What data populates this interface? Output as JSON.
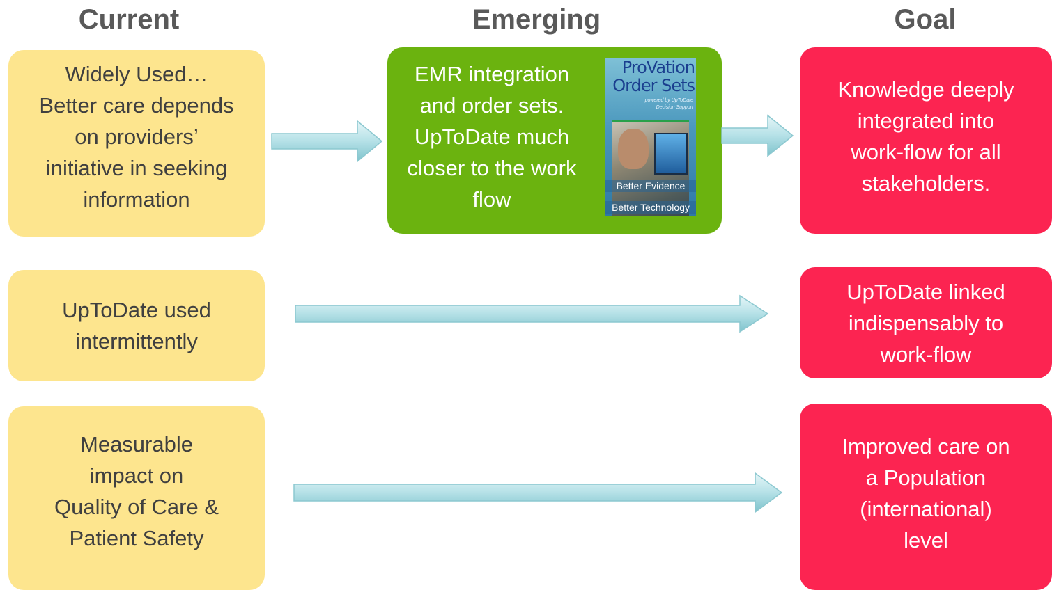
{
  "headers": {
    "current": "Current",
    "emerging": "Emerging",
    "goal": "Goal"
  },
  "rows": [
    {
      "current": "Widely Used…\nBetter care depends\non providers’\ninitiative in seeking\ninformation",
      "emerging": "EMR integration\nand order sets.\nUpToDate much\ncloser to the work\nflow",
      "goal": "Knowledge deeply\nintegrated into\nwork-flow for all\nstakeholders."
    },
    {
      "current": "UpToDate used\nintermittently",
      "goal": "UpToDate linked\nindispensably to\nwork-flow"
    },
    {
      "current": "Measurable\nimpact on\nQuality of Care &\nPatient Safety",
      "goal": "Improved care on\na Population\n(international)\nlevel"
    }
  ],
  "product_image": {
    "brand_line1": "ProVation",
    "brand_line2": "Order Sets",
    "powered_line1": "powered by UpToDate",
    "powered_line2": "Decision Support",
    "tagline1": "Better Evidence",
    "tagline2": "Better Technology"
  },
  "colors": {
    "current_box": "#fde58e",
    "emerging_box": "#6bb30f",
    "goal_box": "#fc2451",
    "arrow_fill": "#b7e2e8",
    "header_text": "#595959"
  }
}
